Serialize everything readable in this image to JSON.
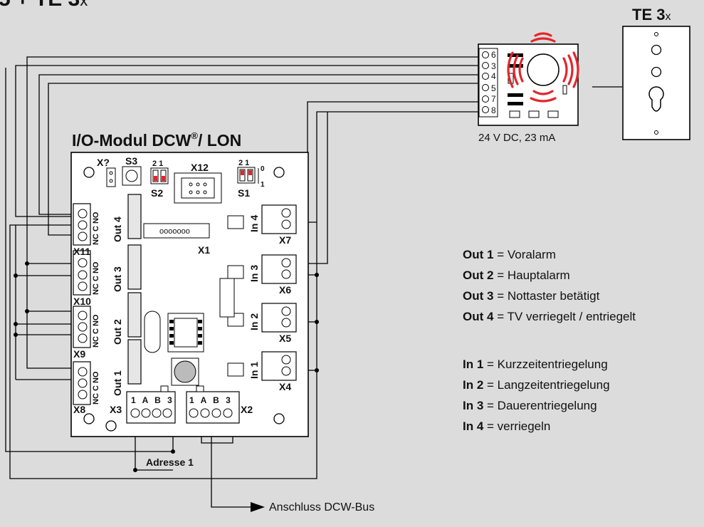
{
  "header": {
    "title_fragment": "5 + TE 3",
    "title_suffix": "x"
  },
  "module": {
    "title": "I/O-Modul DCW",
    "title_reg": "®",
    "title_suffix": "/ LON",
    "labels": {
      "xq": "X?",
      "s3": "S3",
      "x12": "X12",
      "s2": "S2",
      "s1": "S1",
      "s2_pins": "2 1",
      "s1_pins": "2 1",
      "s1_0": "0",
      "s1_1": "1",
      "x1": "X1",
      "x2": "X2",
      "x3": "X3",
      "x4": "X4",
      "x5": "X5",
      "x6": "X6",
      "x7": "X7",
      "x8": "X8",
      "x9": "X9",
      "x10": "X10",
      "x11": "X11",
      "pins_x3": "1 A B 3",
      "pins_x2": "1 A B 3"
    },
    "outputs": [
      {
        "label": "Out 4",
        "nc": "NC C NO"
      },
      {
        "label": "Out 3",
        "nc": "NC C NO"
      },
      {
        "label": "Out 2",
        "nc": "NC C NO"
      },
      {
        "label": "Out 1",
        "nc": "NC C NO"
      }
    ],
    "inputs": [
      "In 4",
      "In 3",
      "In 2",
      "In 1"
    ]
  },
  "te3": {
    "title": "TE 3",
    "title_suffix": "x",
    "terminals": [
      "6",
      "3",
      "4",
      "5",
      "7",
      "8"
    ],
    "spec": "24 V DC, 23 mA"
  },
  "adresse": "Adresse 1",
  "bus": "Anschluss DCW-Bus",
  "legend": [
    {
      "key": "Out 1",
      "text": "= Voralarm"
    },
    {
      "key": "Out 2",
      "text": "= Hauptalarm"
    },
    {
      "key": "Out 3",
      "text": "= Nottaster betätigt"
    },
    {
      "key": "Out 4",
      "text": "= TV verriegelt / entriegelt"
    },
    {
      "key": "In 1",
      "text": "= Kurzzeitentriegelung"
    },
    {
      "key": "In 2",
      "text": "= Langzeitentriegelung"
    },
    {
      "key": "In 3",
      "text": "= Dauerentriegelung"
    },
    {
      "key": "In 4",
      "text": "= verriegeln"
    }
  ]
}
